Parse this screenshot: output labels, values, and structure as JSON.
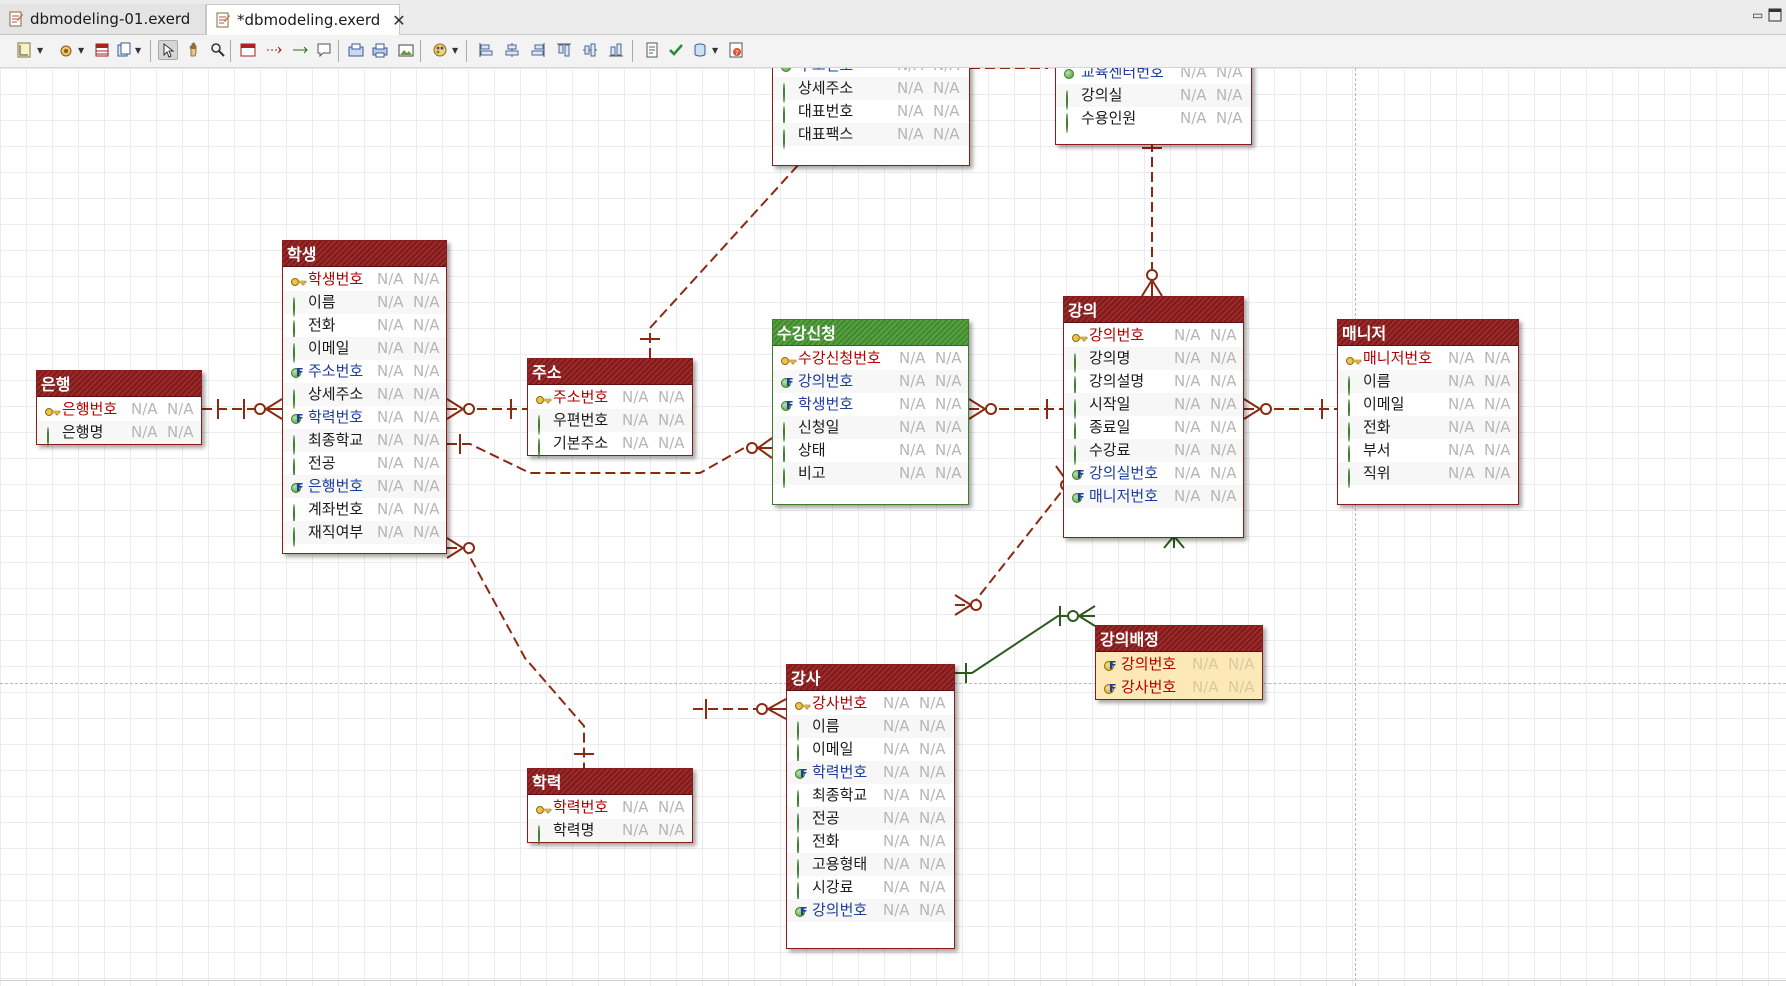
{
  "tabs": [
    {
      "label": "dbmodeling-01.exerd"
    },
    {
      "label": "*dbmodeling.exerd"
    }
  ],
  "window": {
    "minimize_icon": "minimize-icon",
    "maximize_icon": "maximize-icon"
  },
  "na": "N/A",
  "entities": {
    "top_left": {
      "rows": [
        "주소번호",
        "상세주소",
        "대표번호",
        "대표팩스"
      ]
    },
    "top_right": {
      "rows": [
        "교육센터번호",
        "강의실",
        "수용인원"
      ]
    },
    "student": {
      "title": "학생",
      "rows": [
        "학생번호",
        "이름",
        "전화",
        "이메일",
        "주소번호",
        "상세주소",
        "학력번호",
        "최종학교",
        "전공",
        "은행번호",
        "계좌번호",
        "재직여부"
      ]
    },
    "bank": {
      "title": "은행",
      "rows": [
        "은행번호",
        "은행명"
      ]
    },
    "address": {
      "title": "주소",
      "rows": [
        "주소번호",
        "우편번호",
        "기본주소"
      ]
    },
    "enrollment": {
      "title": "수강신청",
      "rows": [
        "수강신청번호",
        "강의번호",
        "학생번호",
        "신청일",
        "상태",
        "비고"
      ]
    },
    "lecture": {
      "title": "강의",
      "rows": [
        "강의번호",
        "강의명",
        "강의설명",
        "시작일",
        "종료일",
        "수강료",
        "강의실번호",
        "매니저번호"
      ]
    },
    "manager": {
      "title": "매니저",
      "rows": [
        "매니저번호",
        "이름",
        "이메일",
        "전화",
        "부서",
        "직위"
      ]
    },
    "assignment": {
      "title": "강의배정",
      "rows": [
        "강의번호",
        "강사번호"
      ]
    },
    "instructor": {
      "title": "강사",
      "rows": [
        "강사번호",
        "이름",
        "이메일",
        "학력번호",
        "최종학교",
        "전공",
        "전화",
        "고용형태",
        "시강료",
        "강의번호"
      ]
    },
    "education": {
      "title": "학력",
      "rows": [
        "학력번호",
        "학력명"
      ]
    }
  },
  "colors": {
    "relation_red": "#8a2a12",
    "relation_green": "#2f5a1f",
    "header_red": "#8a1c1c",
    "header_green": "#4a962f",
    "orange_body": "#fde9b8"
  }
}
